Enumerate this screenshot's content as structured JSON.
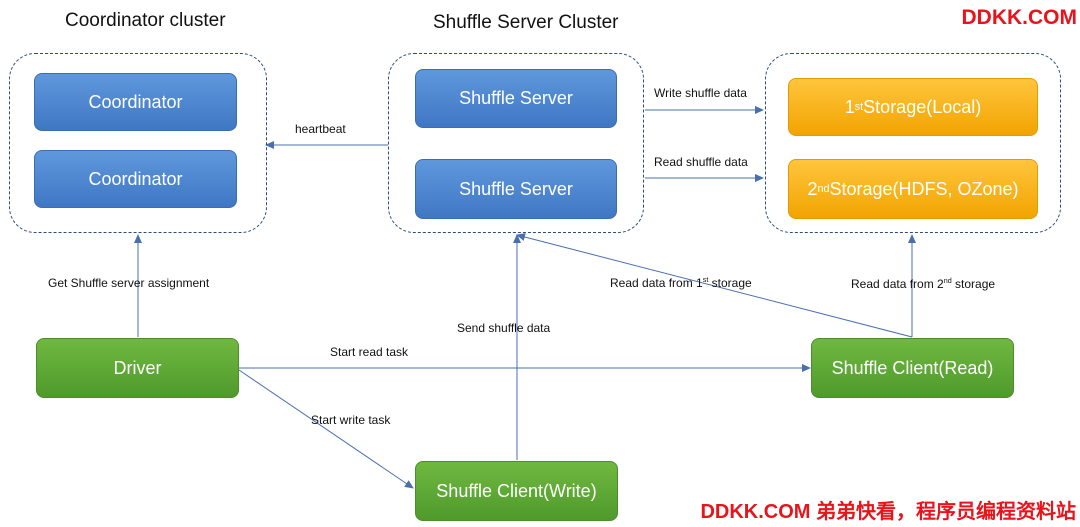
{
  "titles": {
    "coordinator_cluster": "Coordinator cluster",
    "shuffle_server_cluster": "Shuffle Server Cluster"
  },
  "nodes": {
    "coordinator_1": "Coordinator",
    "coordinator_2": "Coordinator",
    "shuffle_server_1": "Shuffle Server",
    "shuffle_server_2": "Shuffle Server",
    "storage_1": {
      "pre": "1",
      "sup": "st",
      "post": " Storage(Local)"
    },
    "storage_2": {
      "pre": "2",
      "sup": "nd",
      "post": " Storage(HDFS, OZone)"
    },
    "driver": "Driver",
    "client_read": "Shuffle Client(Read)",
    "client_write": "Shuffle Client(Write)"
  },
  "edges": {
    "heartbeat": "heartbeat",
    "write_shuffle_data": "Write shuffle data",
    "read_shuffle_data": "Read shuffle data",
    "get_assignment": "Get Shuffle server assignment",
    "send_shuffle_data": "Send shuffle data",
    "start_read_task": "Start read task",
    "start_write_task": "Start write task",
    "read_from_1st": {
      "pre": "Read data from 1",
      "sup": "st",
      "post": " storage"
    },
    "read_from_2nd": {
      "pre": "Read data from 2",
      "sup": "nd",
      "post": " storage"
    }
  },
  "watermarks": {
    "top": "DDKK.COM",
    "bottom": "DDKK.COM 弟弟快看，程序员编程资料站"
  },
  "colors": {
    "arrow": "#4a6fae",
    "cluster_border": "#2e4b7a",
    "blue_box": "#4a86d0",
    "green_box": "#5ea836",
    "orange_box": "#f7b31a",
    "watermark": "#e8141c"
  }
}
